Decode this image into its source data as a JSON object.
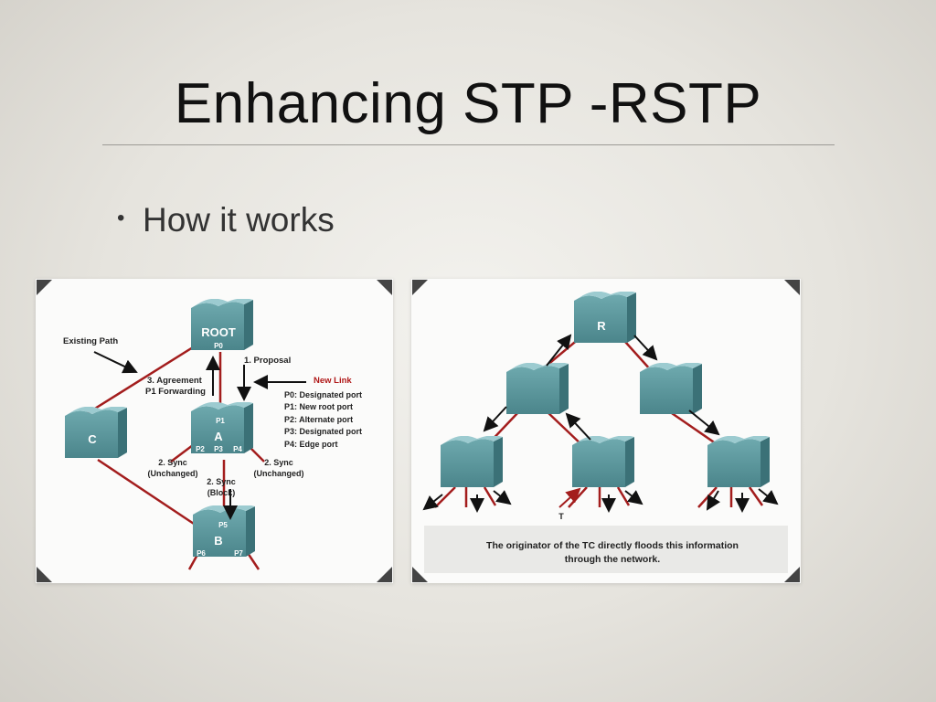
{
  "slide": {
    "title": "Enhancing STP -RSTP",
    "bullet": "How it works"
  },
  "left_diagram": {
    "switches": {
      "root": "ROOT",
      "a": "A",
      "b": "B",
      "c": "C"
    },
    "ports": {
      "p0": "P0",
      "p1": "P1",
      "p2": "P2",
      "p3": "P3",
      "p4": "P4",
      "p5": "P5",
      "p6": "P6",
      "p7": "P7"
    },
    "labels": {
      "existing_path": "Existing Path",
      "agreement_line1": "3. Agreement",
      "agreement_line2": "P1 Forwarding",
      "proposal": "1. Proposal",
      "new_link": "New Link",
      "sync_left_line1": "2. Sync",
      "sync_left_line2": "(Unchanged)",
      "sync_right_line1": "2. Sync",
      "sync_right_line2": "(Unchanged)",
      "sync_block_line1": "2. Sync",
      "sync_block_line2": "(Block)"
    },
    "legend": [
      "P0: Designated port",
      "P1: New root port",
      "P2: Alternate port",
      "P3: Designated port",
      "P4: Edge port"
    ],
    "colors": {
      "link": "#a31d1d",
      "new_link_text": "#b01818",
      "switch": "#5b9aa0"
    }
  },
  "right_diagram": {
    "switch_r": "R",
    "port_t": "T",
    "caption_line1": "The originator of the TC directly floods this information",
    "caption_line2": "through the network."
  }
}
